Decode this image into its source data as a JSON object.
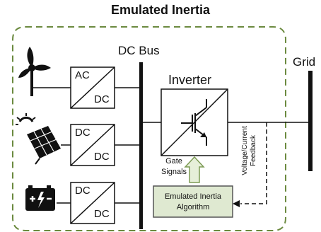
{
  "diagram": {
    "title": "Emulated Inertia",
    "dc_bus_label": "DC Bus",
    "grid_label": "Grid",
    "inverter_label": "Inverter",
    "converters": [
      {
        "top": "AC",
        "bottom": "DC"
      },
      {
        "top": "DC",
        "bottom": "DC"
      },
      {
        "top": "DC",
        "bottom": "DC"
      }
    ],
    "gate_signals_line1": "Gate",
    "gate_signals_line2": "Signals",
    "algorithm_line1": "Emulated Inertia",
    "algorithm_line2": "Algorithm",
    "feedback_line1": "Voltage/Current",
    "feedback_line2": "Feedback",
    "sources": [
      "wind-turbine-icon",
      "solar-panel-icon",
      "battery-icon"
    ],
    "colors": {
      "boundary": "#6b8a3f",
      "algorithm_fill": "#dfe9d1",
      "algorithm_border": "#555555",
      "gate_arrow_fill": "#e6efd9",
      "gate_arrow_stroke": "#7d9b55",
      "line": "#111111"
    }
  }
}
